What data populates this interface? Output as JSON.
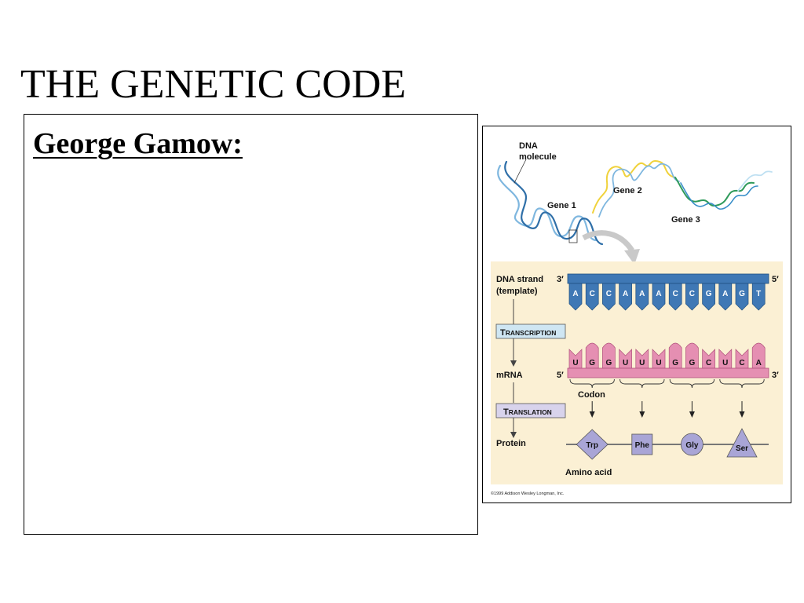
{
  "slide": {
    "title": "THE GENETIC CODE",
    "subheading": "George Gamow:"
  },
  "figure": {
    "dna_molecule_label_1": "DNA",
    "dna_molecule_label_2": "molecule",
    "gene_labels": [
      "Gene 1",
      "Gene 2",
      "Gene 3"
    ],
    "dna_strand_label_1": "DNA strand",
    "dna_strand_label_2": "(template)",
    "dna_strand_3prime": "3′",
    "dna_strand_5prime": "5′",
    "dna_bases": [
      "A",
      "C",
      "C",
      "A",
      "A",
      "A",
      "C",
      "C",
      "G",
      "A",
      "G",
      "T"
    ],
    "transcription_first": "T",
    "transcription_rest": "RANSCRIPTION",
    "mrna_label": "mRNA",
    "mrna_5prime": "5′",
    "mrna_3prime": "3′",
    "mrna_bases": [
      "U",
      "G",
      "G",
      "U",
      "U",
      "U",
      "G",
      "G",
      "C",
      "U",
      "C",
      "A"
    ],
    "codon_label": "Codon",
    "translation_first": "T",
    "translation_rest": "RANSLATION",
    "protein_label": "Protein",
    "amino_acids": [
      "Trp",
      "Phe",
      "Gly",
      "Ser"
    ],
    "amino_acid_label": "Amino acid",
    "copyright": "©1999 Addison Wesley Longman, Inc."
  },
  "colors": {
    "dna_blue": "#3f78b5",
    "mrna_pink": "#e58fb2",
    "panel_bg": "#fbf0d4",
    "amino_purple": "#a9a5d6",
    "transcription_box": "#cfe6f3",
    "translation_box": "#d8d3ec",
    "arrow_gray": "#c9c9c9"
  }
}
